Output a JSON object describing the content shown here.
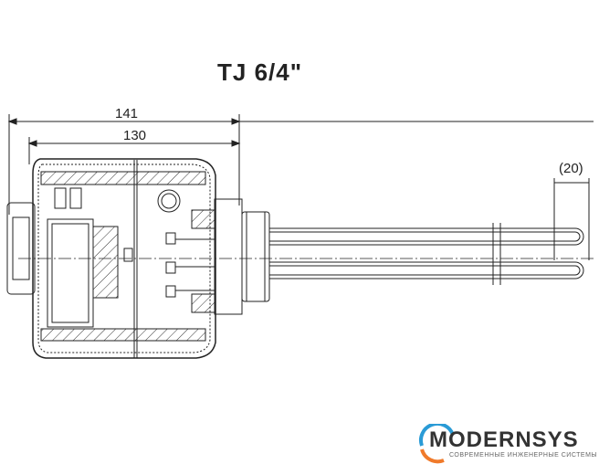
{
  "title": "TJ 6/4\"",
  "dimensions": {
    "overall": "141",
    "housing": "130",
    "tip": "(20)"
  },
  "logo": {
    "name": "MODERNSYS",
    "tagline": "СОВРЕМЕННЫЕ ИНЖЕНЕРНЫЕ СИСТЕМЫ",
    "colors": {
      "arc_top": "#2a9bd6",
      "arc_bottom": "#f07a2a",
      "text": "#333333"
    }
  }
}
